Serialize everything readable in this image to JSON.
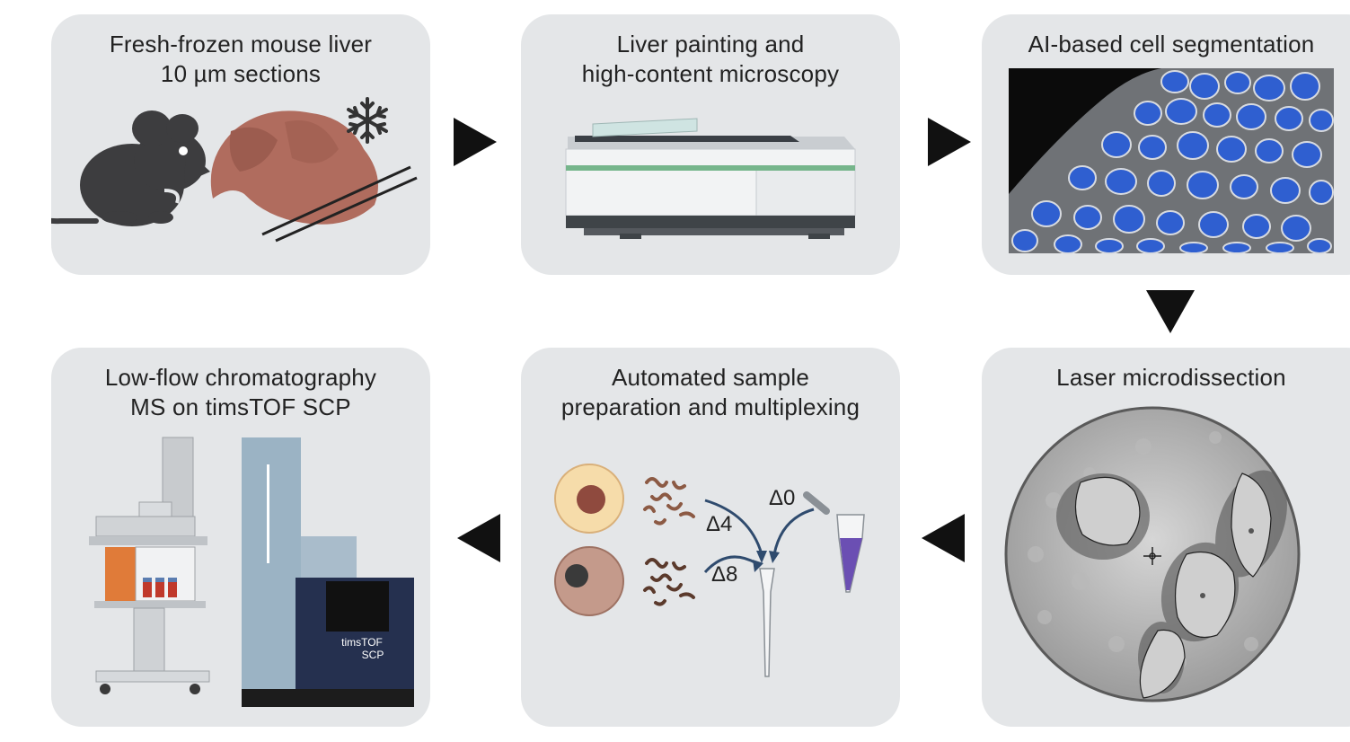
{
  "steps": [
    {
      "line1": "Fresh-frozen mouse liver",
      "line2": "10 µm sections"
    },
    {
      "line1": "Liver painting and",
      "line2": "high-content microscopy"
    },
    {
      "line1": "AI-based cell segmentation",
      "line2": ""
    },
    {
      "line1": "Laser microdissection",
      "line2": ""
    },
    {
      "line1": "Automated sample",
      "line2": "preparation and multiplexing"
    },
    {
      "line1": "Low-flow chromatography",
      "line2": "MS on timsTOF SCP"
    }
  ],
  "multiplex": {
    "label_d4": "Δ4",
    "label_d8": "Δ8",
    "label_d0": "Δ0"
  },
  "instrument": {
    "brand_line1": "timsTOF",
    "brand_line2": "SCP"
  },
  "colors": {
    "panel": "#e4e6e8",
    "arrow": "#111111",
    "mouse": "#3d3d3f",
    "liver": "#b06c5e",
    "cell_blue": "#2f5fd0",
    "tmt_purple": "#6b4fb3",
    "ms_navy": "#25304f",
    "ms_lightblue": "#9bb3c4"
  },
  "icons": [
    "snowflake-icon",
    "mouse-icon",
    "liver-icon",
    "microscope-icon",
    "crosshair-icon",
    "pipette-tip-icon",
    "tube-icon"
  ]
}
